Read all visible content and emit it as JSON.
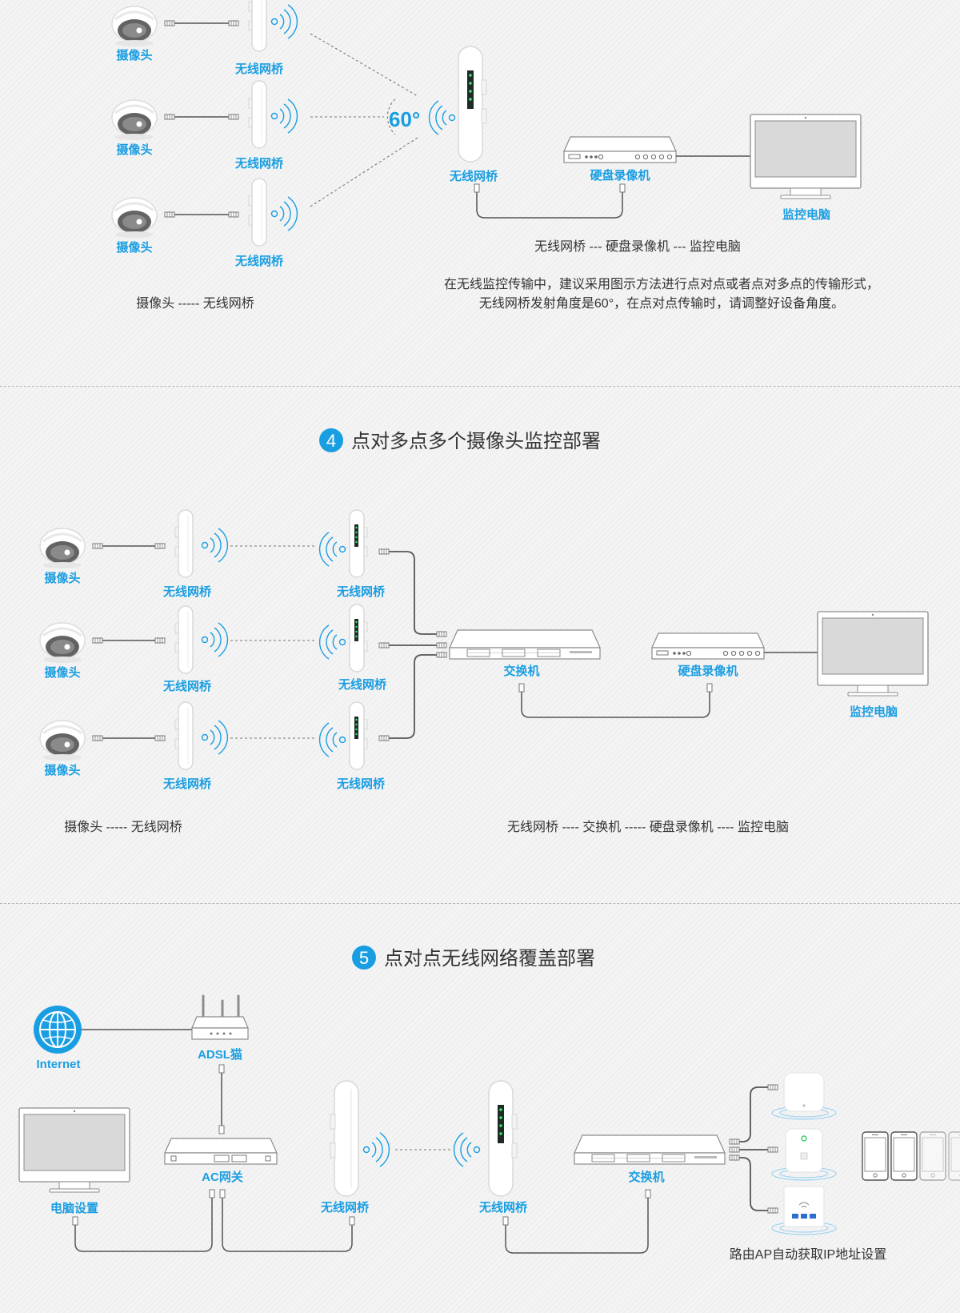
{
  "colors": {
    "accent": "#1a9ee2",
    "text": "#333333",
    "cable": "#555555",
    "device": "#ffffff"
  },
  "top": {
    "camera_label": "摄像头",
    "bridge_label": "无线网桥",
    "angle": "60°",
    "nvr_label": "硬盘录像机",
    "pc_label": "监控电脑",
    "chain_right": "无线网桥 --- 硬盘录像机  --- 监控电脑",
    "description_line1": "在无线监控传输中，建议采用图示方法进行点对点或者点对多点的传输形式，",
    "description_line2": "无线网桥发射角度是60°，在点对点传输时，请调整好设备角度。",
    "chain_left": "摄像头  -----  无线网桥"
  },
  "section4": {
    "number": "4",
    "title": "点对多点多个摄像头监控部署",
    "camera_label": "摄像头",
    "bridge_label": "无线网桥",
    "switch_label": "交换机",
    "nvr_label": "硬盘录像机",
    "pc_label": "监控电脑",
    "chain_left": "摄像头  -----  无线网桥",
    "chain_right": "无线网桥 ---- 交换机 ----- 硬盘录像机 ---- 监控电脑"
  },
  "section5": {
    "number": "5",
    "title": "点对点无线网络覆盖部署",
    "internet_label": "Internet",
    "adsl_label": "ADSL猫",
    "pc_label": "电脑设置",
    "ac_label": "AC网关",
    "bridge_label": "无线网桥",
    "switch_label": "交换机",
    "ap_caption": "路由AP自动获取IP地址设置"
  }
}
